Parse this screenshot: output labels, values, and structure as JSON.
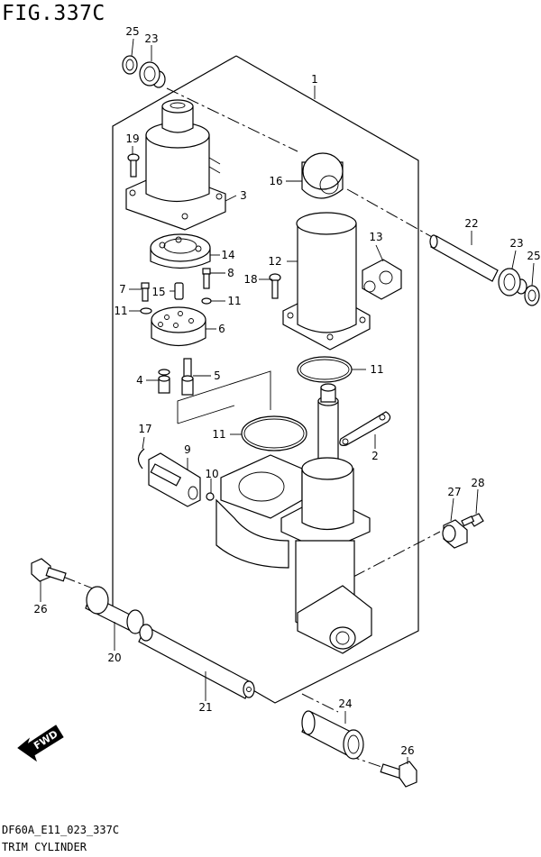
{
  "figure": {
    "title": "FIG.337C",
    "code": "DF60A_E11_023_337C",
    "name": "TRIM CYLINDER",
    "fwd_label": "FWD"
  },
  "callouts": [
    {
      "id": "c1",
      "label": "1"
    },
    {
      "id": "c2",
      "label": "2"
    },
    {
      "id": "c3",
      "label": "3"
    },
    {
      "id": "c4",
      "label": "4"
    },
    {
      "id": "c5",
      "label": "5"
    },
    {
      "id": "c6",
      "label": "6"
    },
    {
      "id": "c7",
      "label": "7"
    },
    {
      "id": "c8",
      "label": "8"
    },
    {
      "id": "c9",
      "label": "9"
    },
    {
      "id": "c10",
      "label": "10"
    },
    {
      "id": "c11a",
      "label": "11"
    },
    {
      "id": "c11b",
      "label": "11"
    },
    {
      "id": "c11c",
      "label": "11"
    },
    {
      "id": "c11d",
      "label": "11"
    },
    {
      "id": "c12",
      "label": "12"
    },
    {
      "id": "c13",
      "label": "13"
    },
    {
      "id": "c14",
      "label": "14"
    },
    {
      "id": "c15",
      "label": "15"
    },
    {
      "id": "c16",
      "label": "16"
    },
    {
      "id": "c17",
      "label": "17"
    },
    {
      "id": "c18",
      "label": "18"
    },
    {
      "id": "c19",
      "label": "19"
    },
    {
      "id": "c20",
      "label": "20"
    },
    {
      "id": "c21",
      "label": "21"
    },
    {
      "id": "c22",
      "label": "22"
    },
    {
      "id": "c23a",
      "label": "23"
    },
    {
      "id": "c23b",
      "label": "23"
    },
    {
      "id": "c24",
      "label": "24"
    },
    {
      "id": "c25a",
      "label": "25"
    },
    {
      "id": "c25b",
      "label": "25"
    },
    {
      "id": "c26a",
      "label": "26"
    },
    {
      "id": "c26b",
      "label": "26"
    },
    {
      "id": "c27",
      "label": "27"
    },
    {
      "id": "c28",
      "label": "28"
    }
  ]
}
